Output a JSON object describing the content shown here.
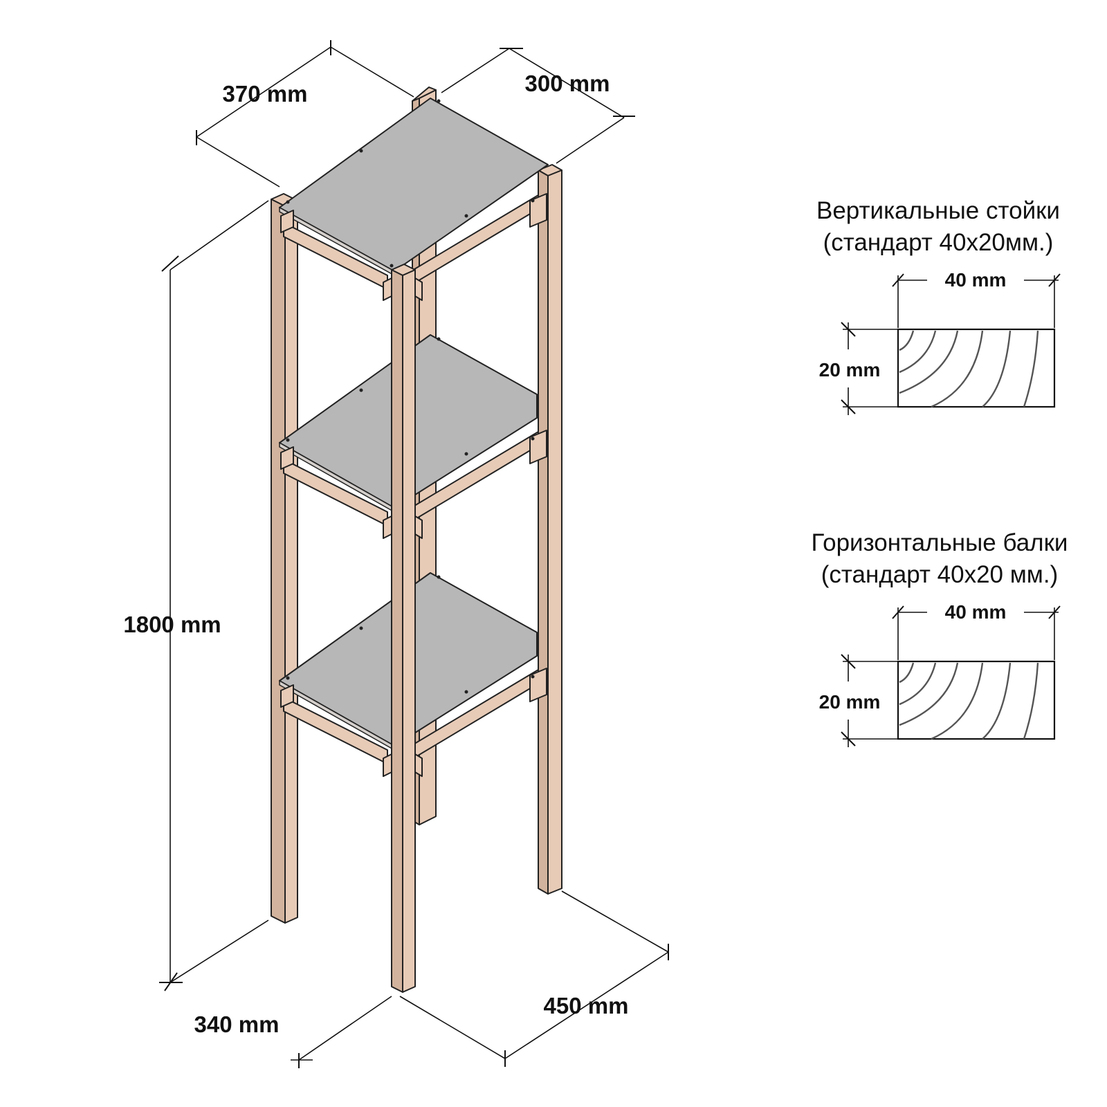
{
  "dimensions": {
    "top_depth": "370 mm",
    "top_width": "300 mm",
    "height": "1800 mm",
    "bottom_depth": "340 mm",
    "bottom_width": "450 mm"
  },
  "uprights": {
    "title": "Вертикальные стойки",
    "subtitle": "(стандарт 40х20мм.)",
    "width_label": "40 mm",
    "height_label": "20 mm"
  },
  "beams": {
    "title": "Горизонтальные балки",
    "subtitle": "(стандарт 40х20 мм.)",
    "width_label": "40 mm",
    "height_label": "20 mm"
  },
  "colors": {
    "wood": "#e7cbb7",
    "shelf": "#b7b7b7",
    "line": "#111111"
  }
}
